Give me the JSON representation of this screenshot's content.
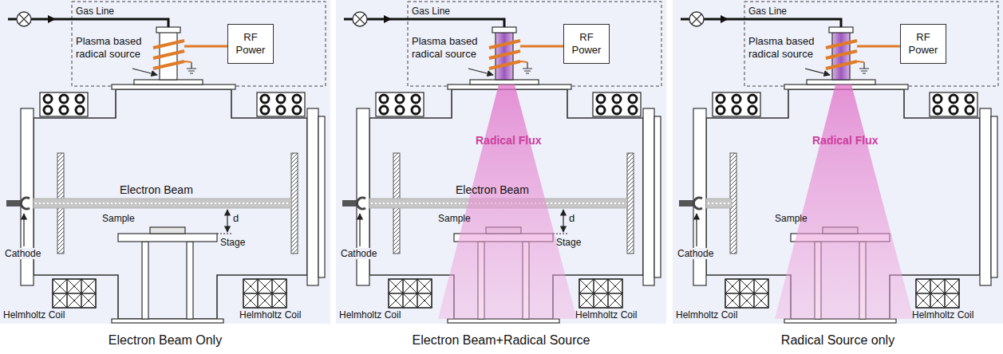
{
  "diagram": {
    "nodes": [
      {
        "text": [
          "RF Power"
        ]
      },
      {
        "text": [
          "RF Power"
        ]
      },
      {
        "text": [
          "RF Power"
        ]
      }
    ],
    "labels": [
      "Gas Line",
      "Plasma based radical source",
      "Electron Beam",
      "d",
      "Sample",
      "Stage",
      "Cathode",
      "Helmholtz Coil",
      "Helmholtz Coil",
      "Electron Beam Only",
      "Gas Line",
      "Plasma based radical source",
      "Radical Flux",
      "Electron Beam",
      "d",
      "Sample",
      "Stage",
      "Cathode",
      "Helmholtz Coil",
      "Helmholtz Coil",
      "Electron Beam+Radical Source",
      "Gas Line",
      "Plasma based radical source",
      "Radical Flux",
      "Sample",
      "Cathode",
      "Helmholtz Coil",
      "Helmholtz Coil",
      "Radical Source only"
    ]
  }
}
